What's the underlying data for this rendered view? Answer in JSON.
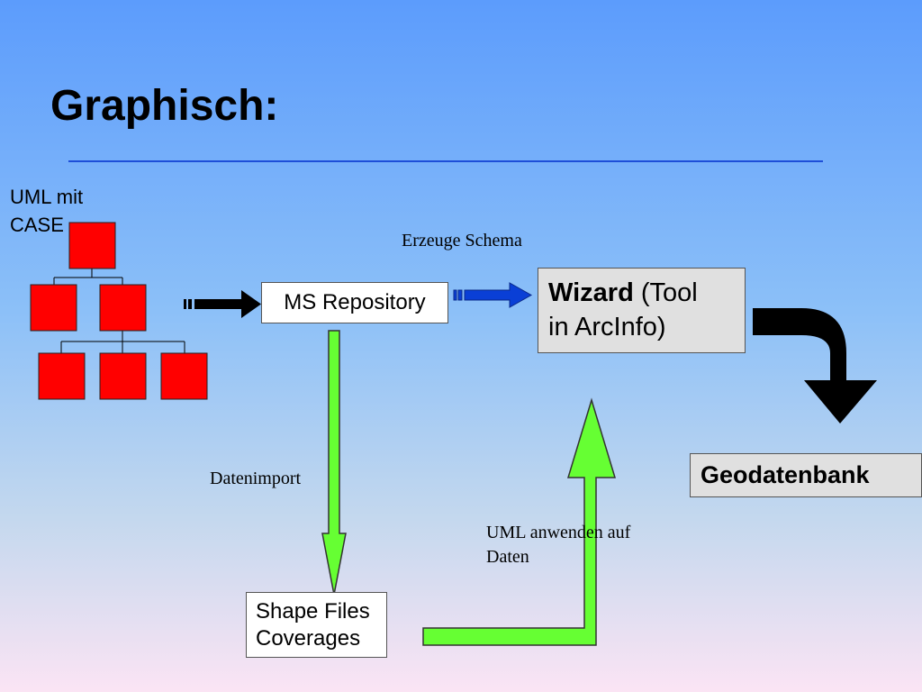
{
  "slide": {
    "title": "Graphisch:"
  },
  "uml_case": {
    "line1": "UML mit",
    "line2": "CASE"
  },
  "ms_repository": {
    "label": "MS Repository"
  },
  "erzeuge_schema": {
    "label": "Erzeuge Schema"
  },
  "wizard": {
    "bold": "Wizard",
    "rest1": " (Tool",
    "line2": "in ArcInfo)"
  },
  "geodatenbank": {
    "label": "Geodatenbank"
  },
  "datenimport": {
    "label": "Datenimport"
  },
  "uml_anwenden": {
    "line1": "UML anwenden auf",
    "line2": "Daten"
  },
  "shape_files": {
    "line1": "Shape Files",
    "line2": "Coverages"
  },
  "colors": {
    "tree_nodes": "#ff0000",
    "green_arrows": "#66ff33",
    "blue_arrow": "#0a3fd6",
    "black_arrows": "#000000"
  }
}
